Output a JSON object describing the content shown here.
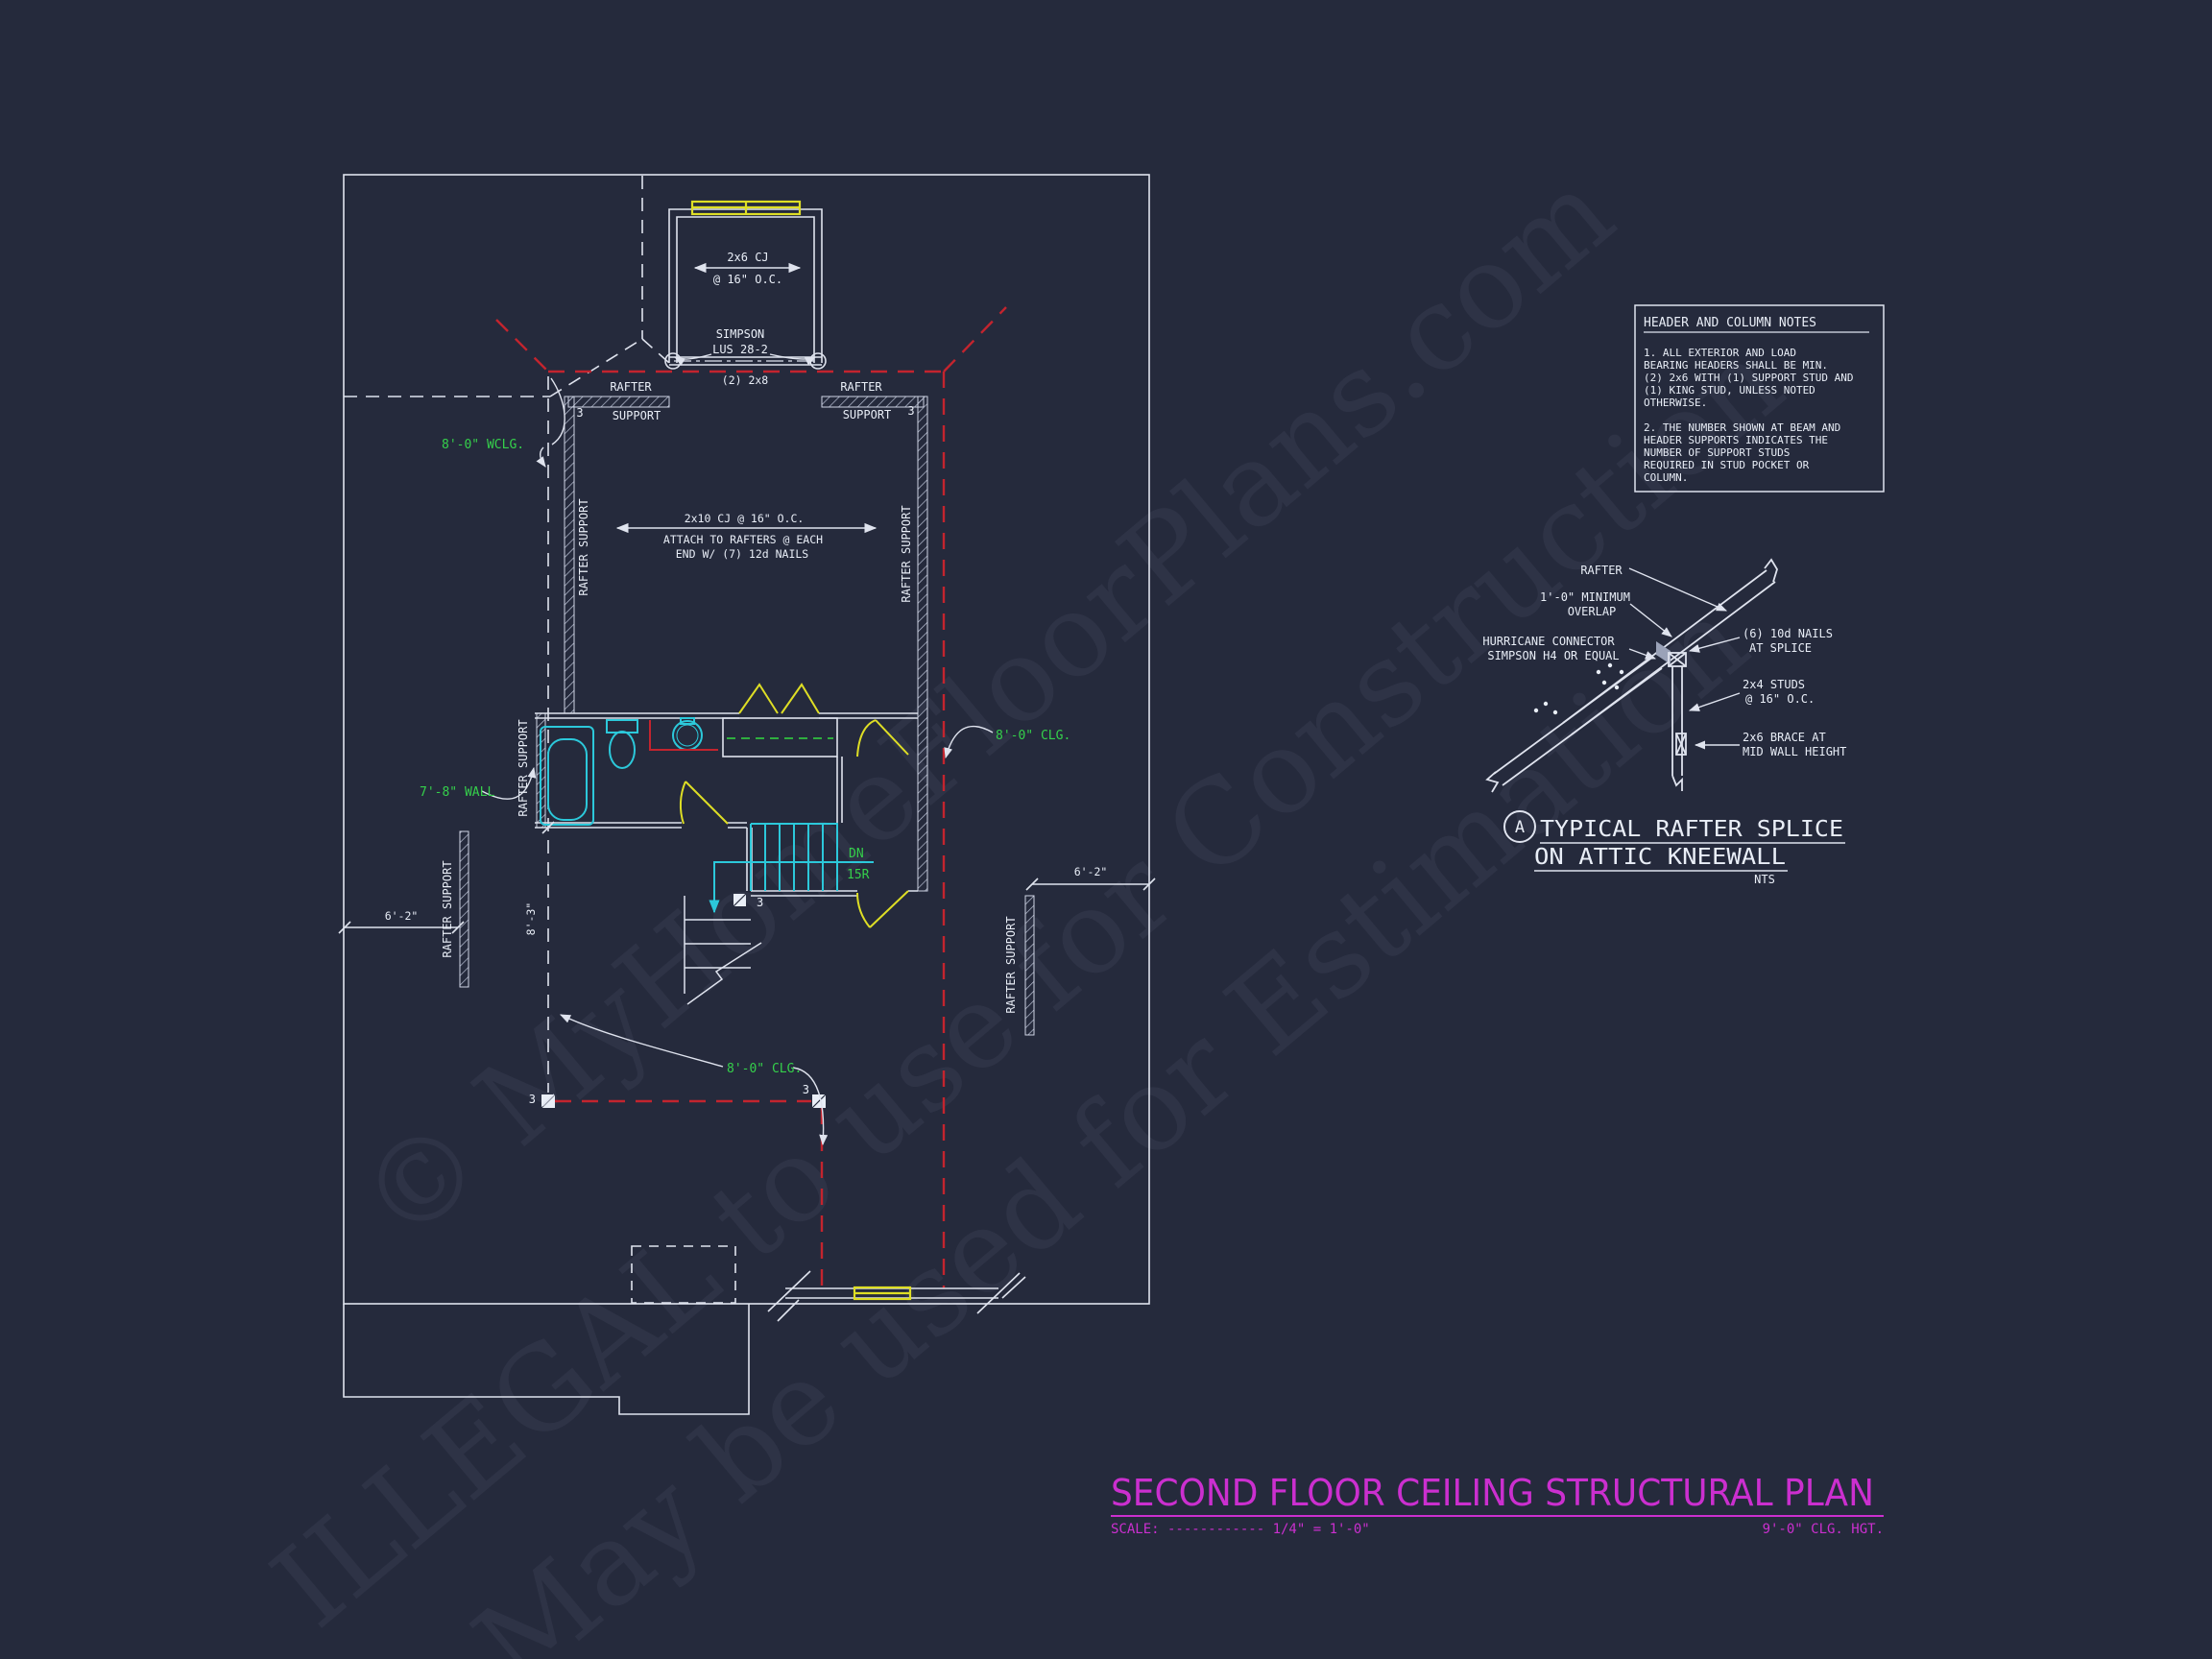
{
  "colors": {
    "background": "#252a3c",
    "line_white": "#dfe3ee",
    "line_red": "#c3242e",
    "line_green": "#35d04b",
    "line_yellow": "#dede25",
    "line_cyan": "#2cc8da",
    "line_magenta": "#cb2fcf"
  },
  "watermarks": {
    "line1": "© MyHomeFloorPlans.com",
    "line2": "ILLEGAL to use for Construction",
    "line3": "May be used for Estimation"
  },
  "title_block": {
    "title": "SECOND FLOOR CEILING STRUCTURAL PLAN",
    "scale": "SCALE: ------------ 1/4\" = 1'-0\"",
    "ceiling_height": "9'-0\" CLG. HGT."
  },
  "notes": {
    "title": "HEADER AND COLUMN NOTES",
    "note1": [
      "1. ALL EXTERIOR AND LOAD",
      "BEARING HEADERS SHALL BE MIN.",
      "(2) 2x6 WITH (1) SUPPORT STUD AND",
      "(1) KING STUD, UNLESS NOTED",
      "OTHERWISE."
    ],
    "note2": [
      "2. THE NUMBER SHOWN AT BEAM AND",
      "HEADER SUPPORTS INDICATES THE",
      "NUMBER OF SUPPORT STUDS",
      "REQUIRED IN STUD POCKET OR",
      "COLUMN."
    ]
  },
  "detail": {
    "marker": "A",
    "title1": "TYPICAL RAFTER SPLICE",
    "title2": "ON ATTIC KNEEWALL",
    "scale": "NTS",
    "rafter": "RAFTER",
    "min1": "1'-0\" MINIMUM",
    "min2": "OVERLAP",
    "hur1": "HURRICANE CONNECTOR",
    "hur2": "SIMPSON H4 OR EQUAL",
    "nails1": "(6) 10d NAILS",
    "nails2": "AT SPLICE",
    "studs1": "2x4 STUDS",
    "studs2": "@ 16\" O.C.",
    "brace1": "2x6 BRACE AT",
    "brace2": "MID WALL HEIGHT"
  },
  "plan": {
    "dormer_cj1": "2x6 CJ",
    "dormer_cj2": "@ 16\" O.C.",
    "simpson1": "SIMPSON",
    "simpson2": "LUS 28-2",
    "beam": "(2) 2x8",
    "rafter": "RAFTER",
    "support": "SUPPORT",
    "rafter_support": "RAFTER SUPPORT",
    "three": "3",
    "cj1": "2x10 CJ @ 16\" O.C.",
    "cj2": "ATTACH TO RAFTERS @ EACH",
    "cj3": "END W/ (7) 12d NAILS",
    "wclg": "8'-0\" WCLG.",
    "clg": "8'-0\" CLG.",
    "wall": "7'-8\" WALL",
    "dim62": "6'-2\"",
    "dim83": "8'-3\"",
    "dn": "DN",
    "risers": "15R"
  }
}
